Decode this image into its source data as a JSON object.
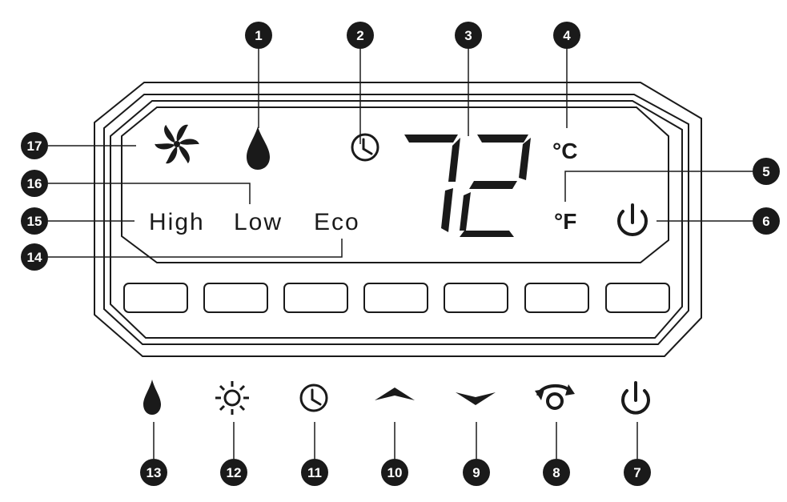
{
  "panel": {
    "temperature": "72",
    "unit_celsius": "°C",
    "unit_fahrenheit": "°F",
    "fan_labels": {
      "high": "High",
      "low": "Low",
      "eco": "Eco"
    },
    "buttons_count": 7
  },
  "icons": {
    "lcd": [
      "fan-icon",
      "water-drop-icon",
      "timer-clock-icon",
      "power-icon"
    ],
    "bottom": [
      "water-drop-icon",
      "sun-icon",
      "timer-clock-icon",
      "chevron-up-icon",
      "chevron-down-icon",
      "rotate-icon",
      "power-icon"
    ]
  },
  "callouts": {
    "c1": "1",
    "c2": "2",
    "c3": "3",
    "c4": "4",
    "c5": "5",
    "c6": "6",
    "c7": "7",
    "c8": "8",
    "c9": "9",
    "c10": "10",
    "c11": "11",
    "c12": "12",
    "c13": "13",
    "c14": "14",
    "c15": "15",
    "c16": "16",
    "c17": "17"
  },
  "colors": {
    "ink": "#1a1a1a",
    "paper": "#ffffff"
  }
}
